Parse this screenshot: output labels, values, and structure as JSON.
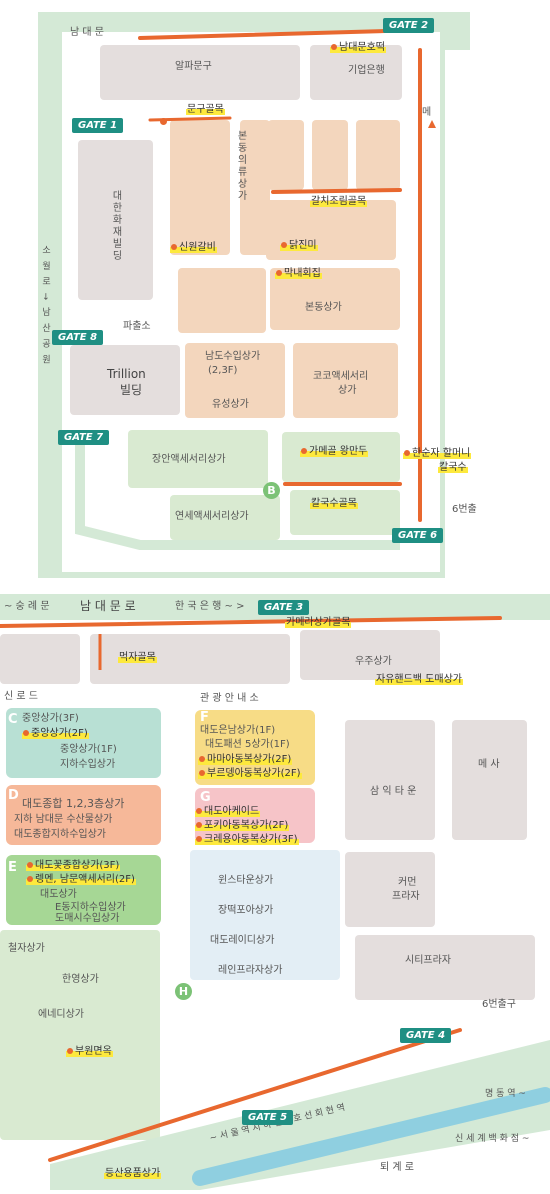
{
  "map1": {
    "road_top": "남 대 문",
    "road_left": "소 월 로 → 남 산 공 원",
    "road_right": "메",
    "gates": [
      "GATE 1",
      "GATE 2",
      "GATE 6",
      "GATE 7",
      "GATE 8"
    ],
    "buildings": {
      "alpha": "알파문구",
      "bank": "기업은행",
      "namdaemun_ho": "남대문호떡",
      "daehan": "대한화재빌딩",
      "bondong_vert": "본동의류상가",
      "bondong": "본동상가",
      "police": "파출소",
      "trillion_1": "Trillion",
      "trillion_2": "빌딩",
      "namdo_1": "남도수입상가",
      "namdo_2": "(2,3F)",
      "yusung": "유성상가",
      "coco_1": "코코액세서리",
      "coco_2": "상가",
      "jangan": "장안액세서리상가",
      "yeonse": "연세액세서리상가",
      "sixth": "6번출"
    },
    "highlights": {
      "mungu": "문구골목",
      "galchi": "갈치조림골목",
      "sinwon": "신원갈비",
      "dakjinmi": "닭진미",
      "makne": "막내회집",
      "gamaeul": "가메골 왕만두",
      "hansonja": "한순자 할머니",
      "kalguksu": "칼국수",
      "kalguksu_alley": "칼국수골목"
    },
    "zone_b": "B"
  },
  "map2": {
    "road_top": "남 대 문 로",
    "road_top_left": "~ 숭 례 문",
    "road_top_bank": "한 국 은 행 ~ >",
    "road_left": "신 로 드",
    "road_bottom": "퇴 계 로",
    "road_bottom_right": "신 세 계 백 화 점 ~",
    "subway_text": "~ 서 울 역   지 하 철   4 호 선   회 현 역",
    "subway_right": "명 동 역 ~",
    "gates": [
      "GATE 3",
      "GATE 4",
      "GATE 5"
    ],
    "tourist_info": "관 광 안 내 소",
    "woojoo": "우주상가",
    "samik": "삼 익 타 운",
    "mesa": "메 사",
    "kimyeon_1": "커먼",
    "kimyeon_2": "프라자",
    "city": "시티프라자",
    "sixth": "6번출구",
    "cheolja": "철자상가",
    "hanyeong": "한영상가",
    "enedi": "에네디상가",
    "winstar": "윈스타운상가",
    "jangmyeon": "장떡포아상가",
    "daedo_ready": "대도레이디상가",
    "rain": "레인프라자상가",
    "highlights": {
      "camera": "카메라상가골목",
      "jeonja": "먹자골목",
      "jayu": "자유핸드백 도매상가",
      "busan": "부원면옥",
      "deungsan": "등산용품상가"
    },
    "zone_c": {
      "letter": "C",
      "lines": [
        "중앙상가(3F)",
        "중앙상가(2F)",
        "중앙상가(1F)",
        "지하수입상가"
      ]
    },
    "zone_d": {
      "letter": "D",
      "lines": [
        "대도종합 1,2,3층상가",
        "지하 남대문 수산물상가",
        "대도종합지하수입상가"
      ]
    },
    "zone_e": {
      "letter": "E",
      "lines": [
        "대도꽃종합상가(3F)",
        "렝멘, 남문액세서리(2F)",
        "대도상가",
        "E동지하수입상가",
        "도매시수입상가"
      ]
    },
    "zone_f": {
      "letter": "F",
      "lines": [
        "대도은남상가(1F)",
        "대도패션 5상가(1F)",
        "마마아동복상가(2F)",
        "부르뎅아동복상가(2F)"
      ]
    },
    "zone_g": {
      "letter": "G",
      "lines": [
        "대도아케이드",
        "포키아동복상가(2F)",
        "크레용아동복상가(3F)"
      ]
    },
    "zone_h": "H"
  },
  "colors": {
    "road_green": "#cfe6d3",
    "building_gray": "#e4dedd",
    "building_tan": "#f3d6bd",
    "building_green": "#d9ead1",
    "orange_path": "#e8682f",
    "gate_teal": "#1f8f83",
    "zone_c": "#b8e0d4",
    "zone_d": "#f6b899",
    "zone_e": "#a6d795",
    "zone_f": "#f7dc86",
    "zone_g": "#f6c4c8"
  }
}
